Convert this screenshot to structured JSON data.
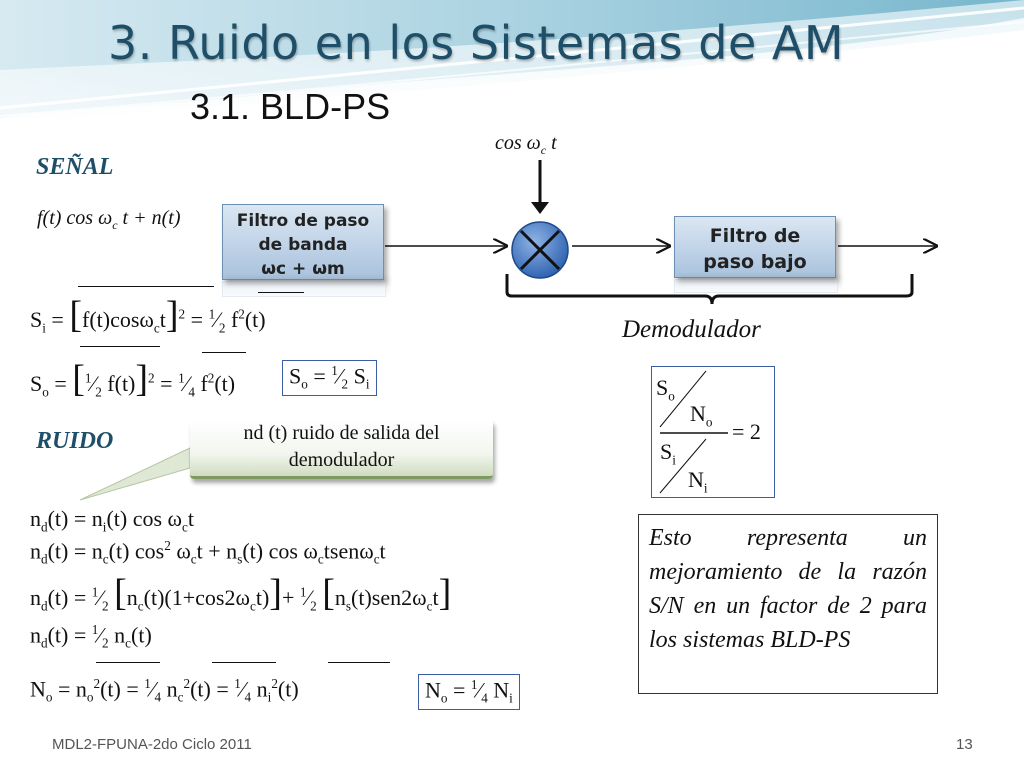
{
  "slide": {
    "title": "3. Ruido en los Sistemas de AM",
    "subtitle": "3.1. BLD-PS",
    "footer_left": "MDL2-FPUNA-2do Ciclo 2011",
    "page_number": "13"
  },
  "labels": {
    "signal": "SEÑAL",
    "noise": "RUIDO",
    "input_signal": "f(t) cos ω",
    "input_signal_sub": "c",
    "input_signal_tail": " t + n(t)",
    "carrier": "cos ω",
    "carrier_sub": "c",
    "carrier_tail": " t",
    "demodulator": "Demodulador"
  },
  "blocks": {
    "bandpass_line1": "Filtro de paso",
    "bandpass_line2": "de banda",
    "bandpass_line3": "ωc + ωm",
    "lowpass_line1": "Filtro de",
    "lowpass_line2": "paso bajo"
  },
  "callout": {
    "text_line1": "nd (t) ruido de salida del",
    "text_line2": "demodulador"
  },
  "note": {
    "text": "Esto representa un mejoramiento de la razón S/N en un factor de 2 para los sistemas BLD-PS"
  },
  "ratio": {
    "value": "= 2"
  }
}
